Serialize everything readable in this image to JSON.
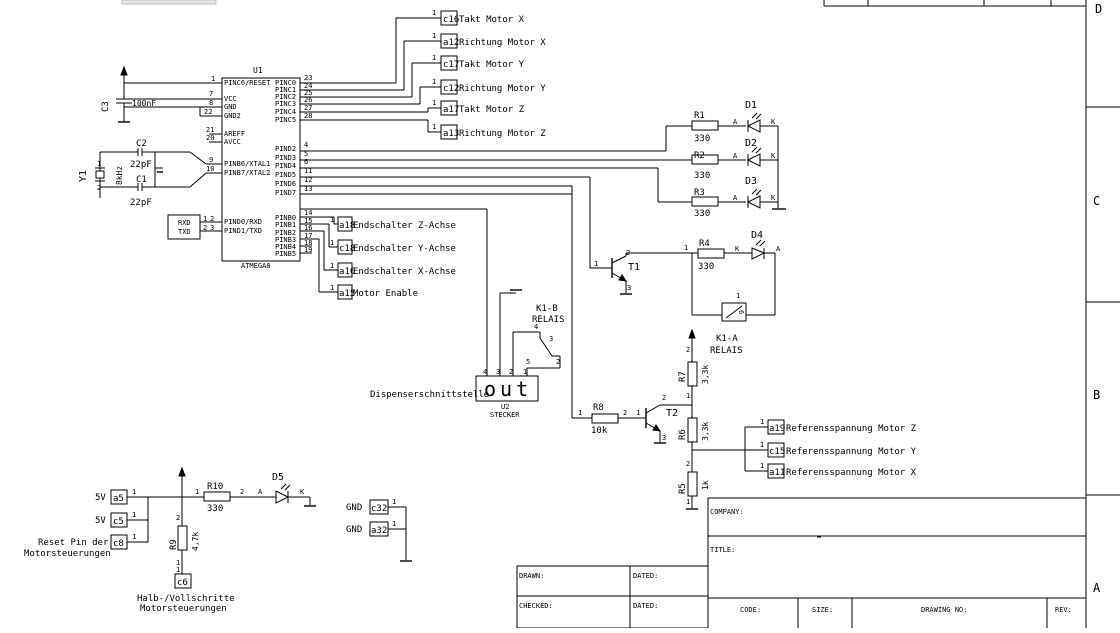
{
  "frame": {
    "zones": [
      "D",
      "C",
      "B",
      "A"
    ]
  },
  "mcu": {
    "ref": "U1",
    "part": "ATMEGA8",
    "left_pins": [
      {
        "num": "1",
        "name": "PINC6/RESET"
      },
      {
        "num": "7",
        "name": "VCC"
      },
      {
        "num": "8",
        "name": "GND"
      },
      {
        "num": "22",
        "name": "GND2"
      },
      {
        "num": "21",
        "name": "AREFF"
      },
      {
        "num": "20",
        "name": "AVCC"
      },
      {
        "num": "9",
        "name": "PINB6/XTAL1"
      },
      {
        "num": "10",
        "name": "PINB7/XTAL2"
      },
      {
        "num": "2",
        "name": "PIND0/RXD"
      },
      {
        "num": "3",
        "name": "PIND1/TXD"
      }
    ],
    "right_pins": [
      {
        "num": "23",
        "name": "PINC0"
      },
      {
        "num": "24",
        "name": "PINC1"
      },
      {
        "num": "25",
        "name": "PINC2"
      },
      {
        "num": "26",
        "name": "PINC3"
      },
      {
        "num": "27",
        "name": "PINC4"
      },
      {
        "num": "28",
        "name": "PINC5"
      },
      {
        "num": "4",
        "name": "PIND2"
      },
      {
        "num": "5",
        "name": "PIND3"
      },
      {
        "num": "6",
        "name": "PIND4"
      },
      {
        "num": "11",
        "name": "PIND5"
      },
      {
        "num": "12",
        "name": "PIND6"
      },
      {
        "num": "13",
        "name": "PIND7"
      },
      {
        "num": "14",
        "name": "PINB0"
      },
      {
        "num": "15",
        "name": "PINB1"
      },
      {
        "num": "16",
        "name": "PINB2"
      },
      {
        "num": "17",
        "name": "PINB3"
      },
      {
        "num": "18",
        "name": "PINB4"
      },
      {
        "num": "19",
        "name": "PINB5"
      }
    ]
  },
  "serial_box": {
    "rxd": "RXD",
    "txd": "TXD",
    "pin_a": "1",
    "pin_b": "2",
    "pin_c": "2",
    "pin_d": "3"
  },
  "components": {
    "c3": {
      "ref": "C3",
      "value": "100nF"
    },
    "c2": {
      "ref": "C2",
      "value": "22pF"
    },
    "c1": {
      "ref": "C1",
      "value": "22pF"
    },
    "y1": {
      "ref": "Y1",
      "value": "8kHz",
      "pin1": "1",
      "pin2": "2"
    },
    "r1": {
      "ref": "R1",
      "value": "330"
    },
    "r2": {
      "ref": "R2",
      "value": "330"
    },
    "r3": {
      "ref": "R3",
      "value": "330"
    },
    "r4": {
      "ref": "R4",
      "value": "330"
    },
    "r5": {
      "ref": "R5",
      "value": "1k"
    },
    "r6": {
      "ref": "R6",
      "value": "3,3k"
    },
    "r7": {
      "ref": "R7",
      "value": "3,3k"
    },
    "r8": {
      "ref": "R8",
      "value": "10k"
    },
    "r9": {
      "ref": "R9",
      "value": "4,7k"
    },
    "r10": {
      "ref": "R10",
      "value": "330"
    },
    "d1": {
      "ref": "D1"
    },
    "d2": {
      "ref": "D2"
    },
    "d3": {
      "ref": "D3"
    },
    "d4": {
      "ref": "D4"
    },
    "d5": {
      "ref": "D5"
    },
    "t1": {
      "ref": "T1"
    },
    "t2": {
      "ref": "T2"
    },
    "k1a": {
      "ref": "K1-A",
      "type": "RELAIS"
    },
    "k1b": {
      "ref": "K1-B",
      "type": "RELAIS"
    },
    "u2": {
      "ref": "U2",
      "type": "STECKER",
      "logo": "out"
    },
    "pin_labels": {
      "one": "1",
      "two": "2",
      "three": "3",
      "four": "4",
      "five": "5",
      "six": "6",
      "a": "A",
      "k": "K"
    }
  },
  "connectors": {
    "takt_x": {
      "ref": "c16",
      "label": "Takt Motor X"
    },
    "richtung_x": {
      "ref": "a12",
      "label": "Richtung Motor X"
    },
    "takt_y": {
      "ref": "c17",
      "label": "Takt Motor Y"
    },
    "richtung_y": {
      "ref": "c12",
      "label": "Richtung Motor Y"
    },
    "takt_z": {
      "ref": "a17",
      "label": "Takt Motor Z"
    },
    "richtung_z": {
      "ref": "a13",
      "label": "Richtung Motor Z"
    },
    "end_z": {
      "ref": "a18",
      "label": "Endschalter Z-Achse"
    },
    "end_y": {
      "ref": "c18",
      "label": "Endschalter Y-Achse"
    },
    "end_x": {
      "ref": "a16",
      "label": "Endschalter X-Achse"
    },
    "motor_enable": {
      "ref": "a15",
      "label": "Motor Enable"
    },
    "ref_z": {
      "ref": "a19",
      "label": "Referensspannung Motor Z"
    },
    "ref_y": {
      "ref": "c15",
      "label": "Referensspannung Motor Y"
    },
    "ref_x": {
      "ref": "a11",
      "label": "Referensspannung Motor X"
    },
    "vcc_a5": {
      "ref": "a5",
      "label": "5V"
    },
    "vcc_c5": {
      "ref": "c5",
      "label": "5V"
    },
    "reset_c8": {
      "ref": "c8",
      "label_line1": "Reset Pin der",
      "label_line2": "Motorsteuerungen"
    },
    "half_c6": {
      "ref": "c6",
      "label_line1": "Halb-/Vollschritte",
      "label_line2": "Motorsteuerungen"
    },
    "gnd_c32": {
      "ref": "c32",
      "label": "GND"
    },
    "gnd_a32": {
      "ref": "a32",
      "label": "GND"
    },
    "dispenser": {
      "label": "Dispenserschnittstelle"
    }
  },
  "title_block": {
    "company": "COMPANY:",
    "title": "TITLE:",
    "drawn": "DRAWN:",
    "dated1": "DATED:",
    "checked": "CHECKED:",
    "dated2": "DATED:",
    "code": "CODE:",
    "size": "SIZE:",
    "drawing_no": "DRAWING NO:",
    "rev": "REV:"
  }
}
